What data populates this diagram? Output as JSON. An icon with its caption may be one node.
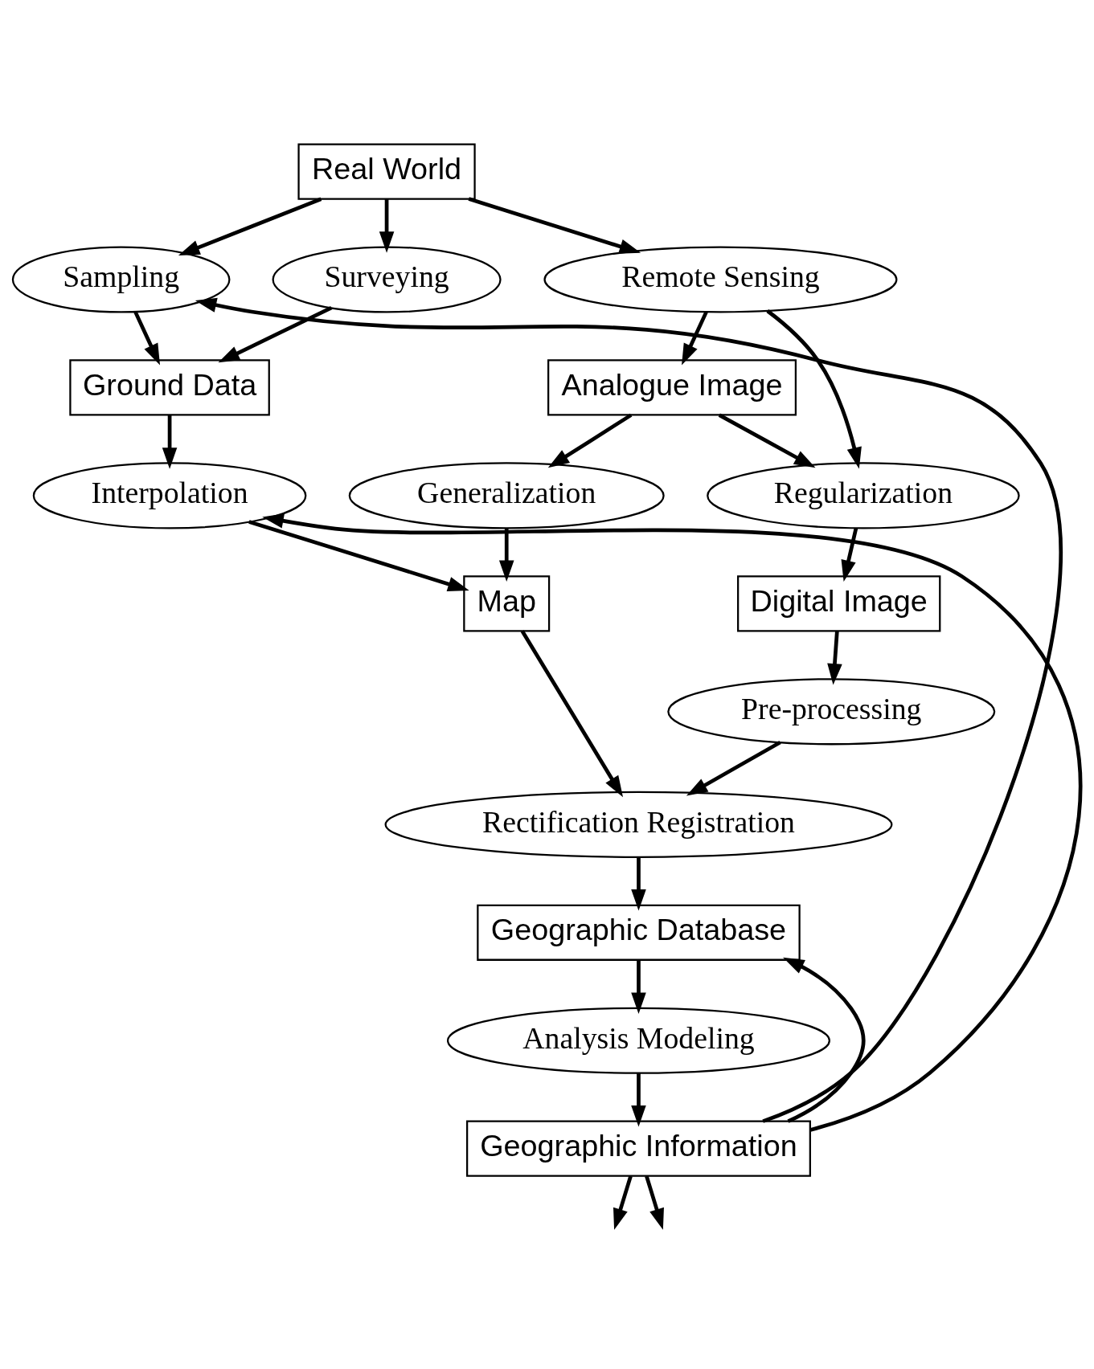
{
  "diagram": {
    "nodes": [
      {
        "text": [
          "Real World"
        ]
      },
      {
        "text": [
          "Sampling"
        ]
      },
      {
        "text": [
          "Surveying"
        ]
      },
      {
        "text": [
          "Remote Sensing"
        ]
      },
      {
        "text": [
          "Ground Data"
        ]
      },
      {
        "text": [
          "Analogue Image"
        ]
      },
      {
        "text": [
          "Regularization"
        ]
      },
      {
        "text": [
          "Interpolation"
        ]
      },
      {
        "text": [
          "Digital Image"
        ]
      },
      {
        "text": [
          "Generalization"
        ]
      },
      {
        "text": [
          "Map"
        ]
      },
      {
        "text": [
          "Pre-processing"
        ]
      },
      {
        "text": [
          "Rectification Registration"
        ]
      },
      {
        "text": [
          "Geographic Database"
        ]
      },
      {
        "text": [
          "Analysis Modeling"
        ]
      },
      {
        "text": [
          "Geographic Information"
        ]
      }
    ],
    "edges": [
      {
        "from": 0,
        "to": 1,
        "arrow": "to"
      },
      {
        "from": 0,
        "to": 2,
        "arrow": "to"
      },
      {
        "from": 0,
        "to": 3,
        "arrow": "to"
      },
      {
        "from": 1,
        "to": 4,
        "arrow": "to"
      },
      {
        "from": 2,
        "to": 4,
        "arrow": "to"
      },
      {
        "from": 3,
        "to": 5,
        "arrow": "to"
      },
      {
        "from": 3,
        "to": 6,
        "arrow": "to"
      },
      {
        "from": 5,
        "to": 6,
        "arrow": "to"
      },
      {
        "from": 6,
        "to": 8,
        "arrow": "to"
      },
      {
        "from": 4,
        "to": 7,
        "arrow": "to"
      },
      {
        "from": 5,
        "to": 9,
        "arrow": "to"
      },
      {
        "from": 7,
        "to": 10,
        "arrow": "to"
      },
      {
        "from": 9,
        "to": 10,
        "arrow": "to"
      },
      {
        "from": 8,
        "to": 11,
        "arrow": "to"
      },
      {
        "from": 10,
        "to": 12,
        "arrow": "to"
      },
      {
        "from": 11,
        "to": 12,
        "arrow": "to"
      },
      {
        "from": 12,
        "to": 13,
        "arrow": "to"
      },
      {
        "from": 13,
        "to": 14,
        "arrow": "to"
      },
      {
        "from": 14,
        "to": 15,
        "arrow": "to"
      },
      {
        "from": 15,
        "to": 13,
        "arrow": "to"
      },
      {
        "from": 15,
        "to": 1,
        "arrow": "to"
      },
      {
        "from": 15,
        "to": 7,
        "arrow": "to"
      },
      {
        "from": 15,
        "to": null,
        "arrow": "to"
      },
      {
        "from": 15,
        "to": null,
        "arrow": "to"
      }
    ]
  }
}
